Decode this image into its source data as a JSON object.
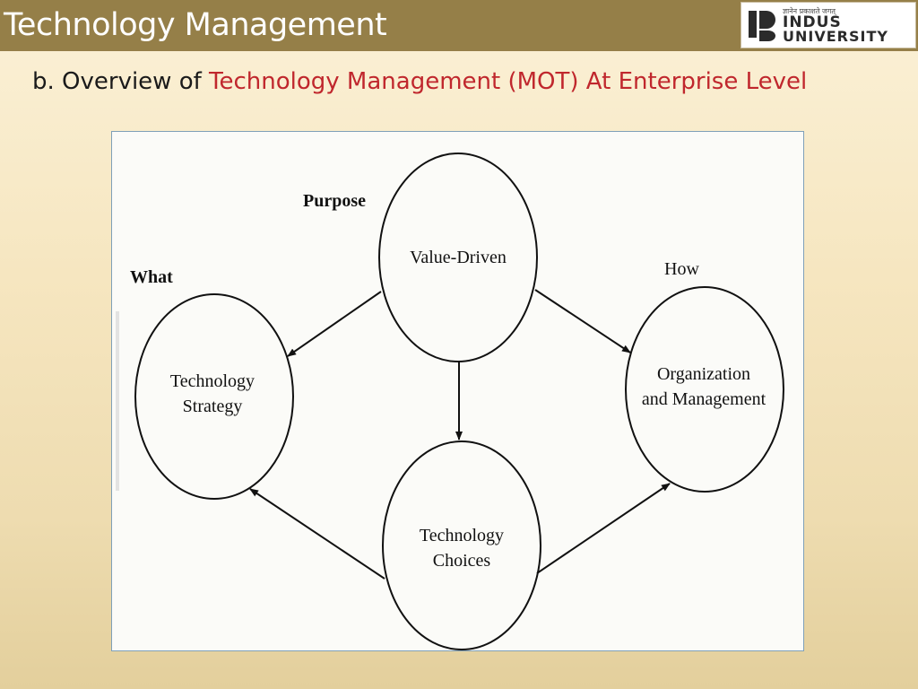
{
  "header": {
    "title": "Technology Management",
    "logo": {
      "tagline": "ज्ञानेन प्रकाशते जगत्",
      "name_line1": "INDUS",
      "name_line2": "UNIVERSITY"
    }
  },
  "subtitle": {
    "prefix": "b. Overview of ",
    "highlight": "Technology Management (MOT) At  Enterprise Level"
  },
  "colors": {
    "header_bar": "#957f48",
    "accent_text": "#c0272d"
  },
  "diagram": {
    "nodes": {
      "value_driven": "Value-Driven",
      "strategy_line1": "Technology",
      "strategy_line2": "Strategy",
      "org_line1": "Organization",
      "org_line2": "and Management",
      "choices_line1": "Technology",
      "choices_line2": "Choices"
    },
    "labels": {
      "purpose": "Purpose",
      "what": "What",
      "how": "How"
    }
  }
}
